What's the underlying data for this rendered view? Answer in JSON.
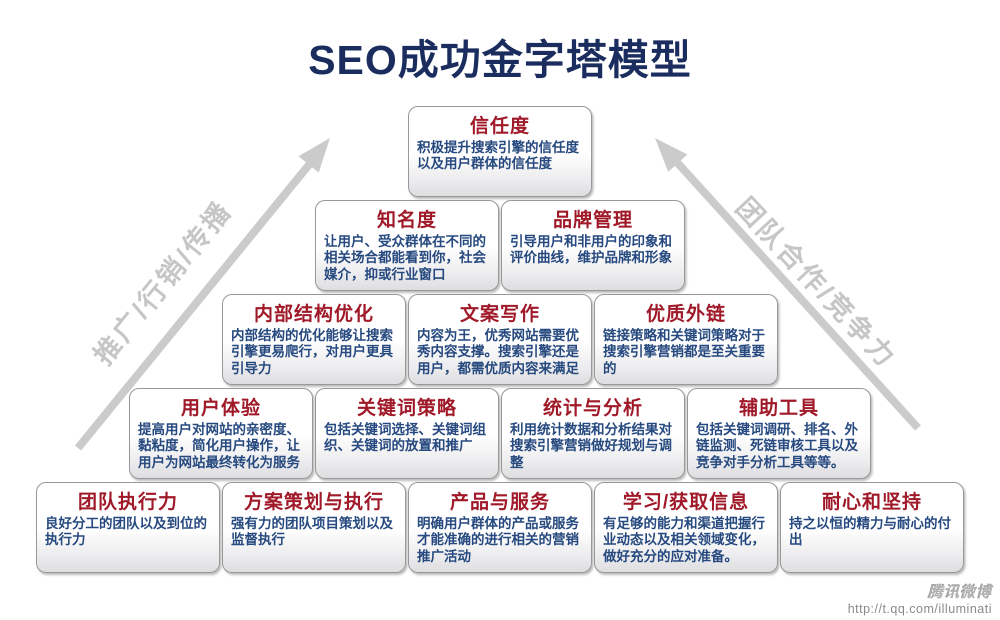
{
  "title": "SEO成功金字塔模型",
  "arrows": {
    "left_label": "推广/行销/传播",
    "right_label": "团队合作/竞争力"
  },
  "pyramid": {
    "rows": [
      {
        "boxes": [
          {
            "title": "信任度",
            "desc": "积极提升搜索引擎的信任度以及用户群体的信任度"
          }
        ]
      },
      {
        "boxes": [
          {
            "title": "知名度",
            "desc": "让用户、受众群体在不同的相关场合都能看到你，社会媒介，抑或行业窗口"
          },
          {
            "title": "品牌管理",
            "desc": "引导用户和非用户的印象和评价曲线，维护品牌和形象"
          }
        ]
      },
      {
        "boxes": [
          {
            "title": "内部结构优化",
            "desc": "内部结构的优化能够让搜索引擎更易爬行，对用户更具引导力"
          },
          {
            "title": "文案写作",
            "desc": "内容为王，优秀网站需要优秀内容支撑。搜索引擎还是用户，都需优质内容来满足"
          },
          {
            "title": "优质外链",
            "desc": "链接策略和关键词策略对于搜索引擎营销都是至关重要的"
          }
        ]
      },
      {
        "boxes": [
          {
            "title": "用户体验",
            "desc": "提高用户对网站的亲密度、黏粘度，简化用户操作，让用户为网站最终转化为服务"
          },
          {
            "title": "关键词策略",
            "desc": "包括关键词选择、关键词组织、关键词的放置和推广"
          },
          {
            "title": "统计与分析",
            "desc": "利用统计数据和分析结果对搜索引擎营销做好规划与调整"
          },
          {
            "title": "辅助工具",
            "desc": "包括关键词调研、排名、外链监测、死链审核工具以及竞争对手分析工具等等。"
          }
        ]
      },
      {
        "boxes": [
          {
            "title": "团队执行力",
            "desc": "良好分工的团队以及到位的执行力"
          },
          {
            "title": "方案策划与执行",
            "desc": "强有力的团队项目策划以及监督执行"
          },
          {
            "title": "产品与服务",
            "desc": "明确用户群体的产品或服务才能准确的进行相关的营销推广活动"
          },
          {
            "title": "学习/获取信息",
            "desc": "有足够的能力和渠道把握行业动态以及相关领域变化，做好充分的应对准备。"
          },
          {
            "title": "耐心和坚持",
            "desc": "持之以恒的精力与耐心的付出"
          }
        ]
      }
    ]
  },
  "watermark": {
    "logo": "腾讯微博",
    "url": "http://t.qq.com/illuminati"
  },
  "colors": {
    "title_navy": "#1b2d5e",
    "heading_red": "#a01929",
    "body_blue": "#26497f",
    "arrow_gray": "#c6c6c6"
  }
}
